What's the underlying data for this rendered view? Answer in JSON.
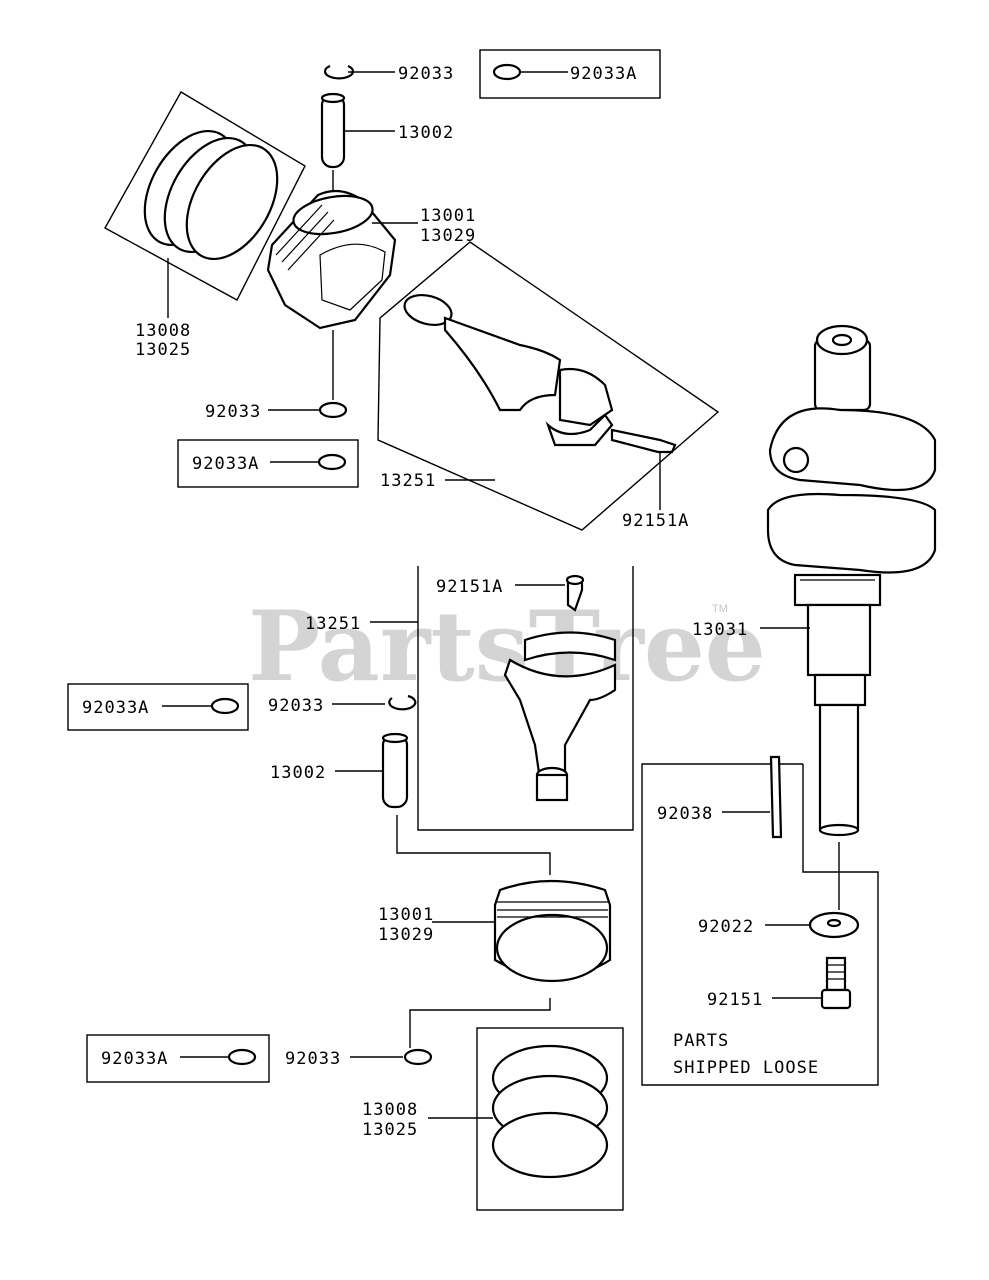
{
  "watermark": {
    "text": "PartsTree",
    "trademark": "TM"
  },
  "labels": {
    "clip_top": "92033",
    "clip_top_box": "92033A",
    "pin_top": "13002",
    "piston_top_a": "13001",
    "piston_top_b": "13029",
    "rings_top_a": "13008",
    "rings_top_b": "13025",
    "clip_mid": "92033",
    "clip_mid_box": "92033A",
    "rod_top": "13251",
    "bolt_top": "92151A",
    "bolt_mid": "92151A",
    "rod_mid": "13251",
    "crank": "13031",
    "clip_left_box": "92033A",
    "clip_left": "92033",
    "pin_mid": "13002",
    "key": "92038",
    "piston_low_a": "13001",
    "piston_low_b": "13029",
    "washer": "92022",
    "bolt_low": "92151",
    "clip_low_box": "92033A",
    "clip_low": "92033",
    "rings_low_a": "13008",
    "rings_low_b": "13025",
    "loose_a": "PARTS",
    "loose_b": "SHIPPED LOOSE"
  }
}
